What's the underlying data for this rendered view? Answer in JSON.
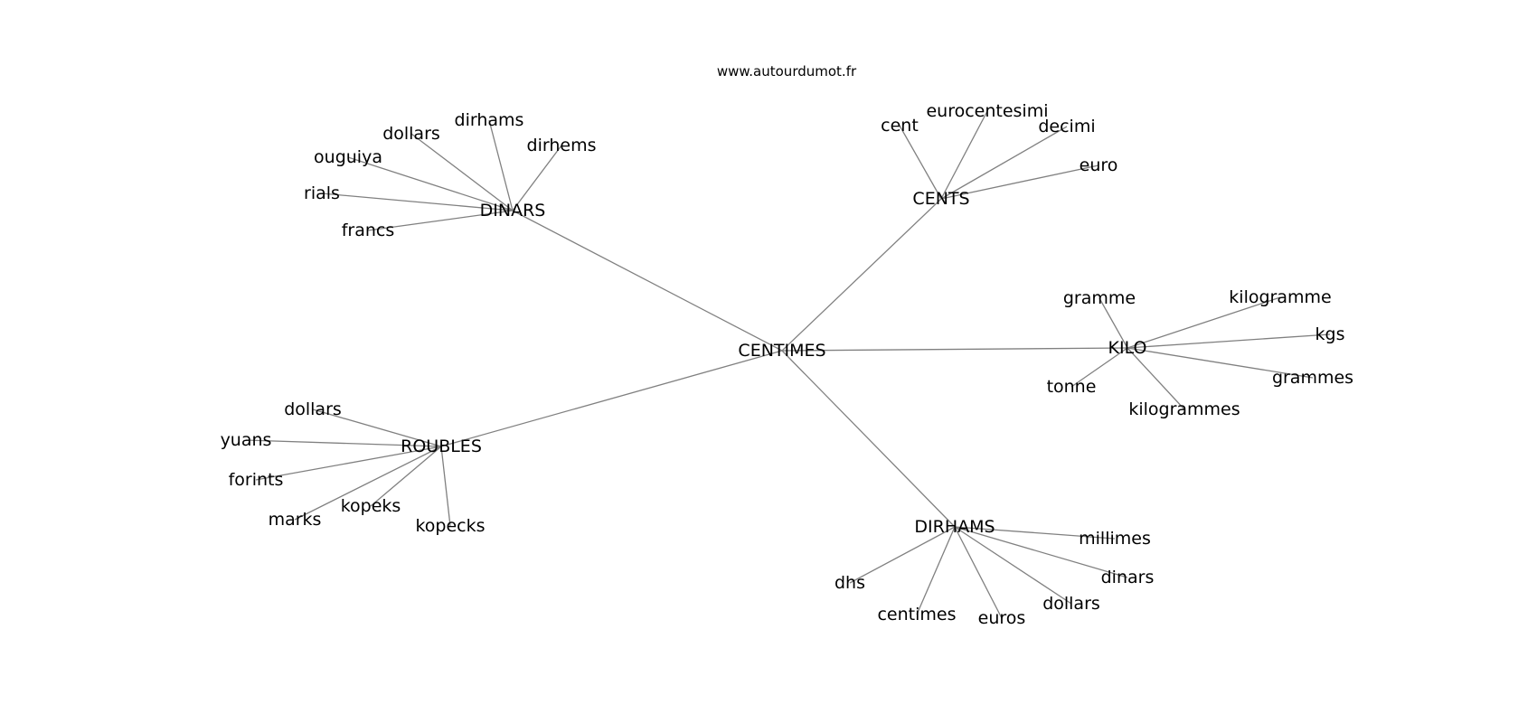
{
  "source": "www.autourdumot.fr",
  "graph": {
    "root": "CENTIMES",
    "hubs": [
      {
        "label": "DINARS",
        "leaves": [
          "dollars",
          "dirhams",
          "dirhems",
          "ouguiya",
          "rials",
          "francs"
        ]
      },
      {
        "label": "CENTS",
        "leaves": [
          "cent",
          "eurocentesimi",
          "decimi",
          "euro"
        ]
      },
      {
        "label": "KILO",
        "leaves": [
          "gramme",
          "kilogramme",
          "kgs",
          "grammes",
          "kilogrammes",
          "tonne"
        ]
      },
      {
        "label": "ROUBLES",
        "leaves": [
          "dollars",
          "yuans",
          "forints",
          "marks",
          "kopeks",
          "kopecks"
        ]
      },
      {
        "label": "DIRHAMS",
        "leaves": [
          "millimes",
          "dinars",
          "dollars",
          "euros",
          "centimes",
          "dhs"
        ]
      }
    ]
  }
}
